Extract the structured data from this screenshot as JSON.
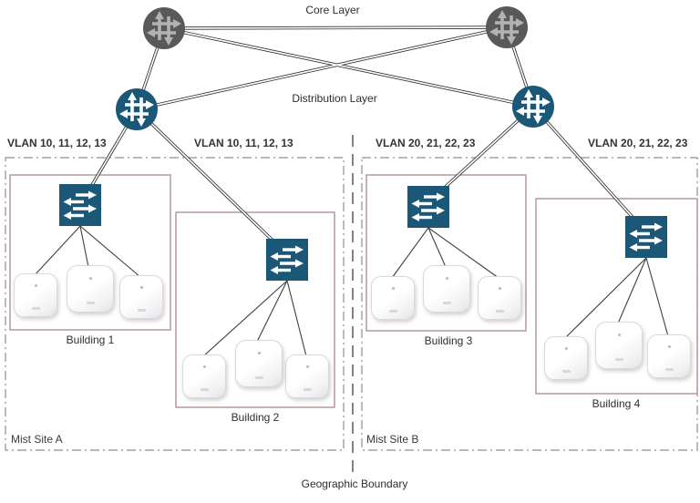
{
  "diagram": {
    "core_layer_label": "Core Layer",
    "distribution_layer_label": "Distribution Layer",
    "geographic_boundary_label": "Geographic Boundary"
  },
  "sites": [
    {
      "name": "Mist Site A",
      "vlan_labels": [
        "VLAN 10, 11, 12, 13",
        "VLAN 10, 11, 12, 13"
      ],
      "buildings": [
        {
          "name": "Building 1"
        },
        {
          "name": "Building 2"
        }
      ]
    },
    {
      "name": "Mist Site B",
      "vlan_labels": [
        "VLAN 20, 21, 22, 23",
        "VLAN 20, 21, 22, 23"
      ],
      "buildings": [
        {
          "name": "Building 3"
        },
        {
          "name": "Building 4"
        }
      ]
    }
  ],
  "icons": {
    "core_router": "router-cross-arrows-icon",
    "distribution_router": "router-cross-arrows-icon",
    "access_switch": "workgroup-switch-icon",
    "access_point": "wireless-ap-icon"
  },
  "colors": {
    "core_router_fill": "#595959",
    "core_router_arrows": "#b3b3b3",
    "distribution_router_fill": "#1b5878",
    "access_switch_fill": "#1b5878",
    "building_outline": "#ae9393",
    "site_boundary": "#8f8f8f",
    "link": "#2f2f2f"
  }
}
